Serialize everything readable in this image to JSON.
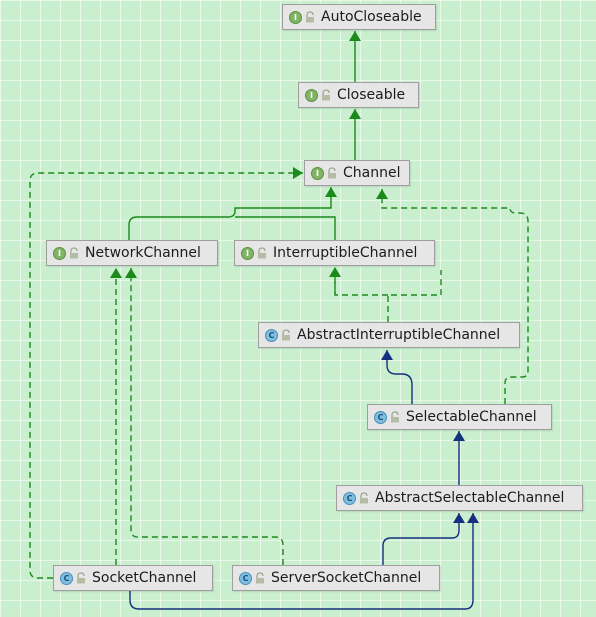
{
  "diagram": {
    "nodes": {
      "autocloseable": {
        "label": "AutoCloseable",
        "kind": "I",
        "kind_icon": "interface-icon"
      },
      "closeable": {
        "label": "Closeable",
        "kind": "I",
        "kind_icon": "interface-icon"
      },
      "channel": {
        "label": "Channel",
        "kind": "I",
        "kind_icon": "interface-icon"
      },
      "networkchannel": {
        "label": "NetworkChannel",
        "kind": "I",
        "kind_icon": "interface-icon"
      },
      "interruptiblechannel": {
        "label": "InterruptibleChannel",
        "kind": "I",
        "kind_icon": "interface-icon"
      },
      "abstractinterruptiblechannel": {
        "label": "AbstractInterruptibleChannel",
        "kind": "C",
        "kind_icon": "abstract-class-icon"
      },
      "selectablechannel": {
        "label": "SelectableChannel",
        "kind": "C",
        "kind_icon": "abstract-class-icon"
      },
      "abstractselectablechannel": {
        "label": "AbstractSelectableChannel",
        "kind": "C",
        "kind_icon": "abstract-class-icon"
      },
      "socketchannel": {
        "label": "SocketChannel",
        "kind": "C",
        "kind_icon": "abstract-class-icon"
      },
      "serversocketchannel": {
        "label": "ServerSocketChannel",
        "kind": "C",
        "kind_icon": "abstract-class-icon"
      }
    },
    "edges": [
      {
        "from": "Closeable",
        "to": "AutoCloseable",
        "type": "extends"
      },
      {
        "from": "Channel",
        "to": "Closeable",
        "type": "extends"
      },
      {
        "from": "NetworkChannel",
        "to": "Channel",
        "type": "extends"
      },
      {
        "from": "InterruptibleChannel",
        "to": "Channel",
        "type": "extends"
      },
      {
        "from": "AbstractInterruptibleChannel",
        "to": "InterruptibleChannel",
        "type": "implements"
      },
      {
        "from": "SelectableChannel",
        "to": "AbstractInterruptibleChannel",
        "type": "extends-class"
      },
      {
        "from": "SelectableChannel",
        "to": "Channel",
        "type": "implements"
      },
      {
        "from": "AbstractSelectableChannel",
        "to": "SelectableChannel",
        "type": "extends-class"
      },
      {
        "from": "SocketChannel",
        "to": "AbstractSelectableChannel",
        "type": "extends-class"
      },
      {
        "from": "ServerSocketChannel",
        "to": "AbstractSelectableChannel",
        "type": "extends-class"
      },
      {
        "from": "SocketChannel",
        "to": "NetworkChannel",
        "type": "implements"
      },
      {
        "from": "ServerSocketChannel",
        "to": "NetworkChannel",
        "type": "implements"
      },
      {
        "from": "SocketChannel",
        "to": "Channel",
        "type": "implements"
      }
    ],
    "colors": {
      "background": "#c9efcf",
      "interface_edge": "#1b8a1b",
      "class_edge": "#14307f",
      "node_fill": "#e6e6e6",
      "node_border": "#9e9e9e",
      "interface_badge": "#7fb564",
      "class_badge": "#7dbfe3",
      "lock_icon": "#9aa48a"
    }
  }
}
